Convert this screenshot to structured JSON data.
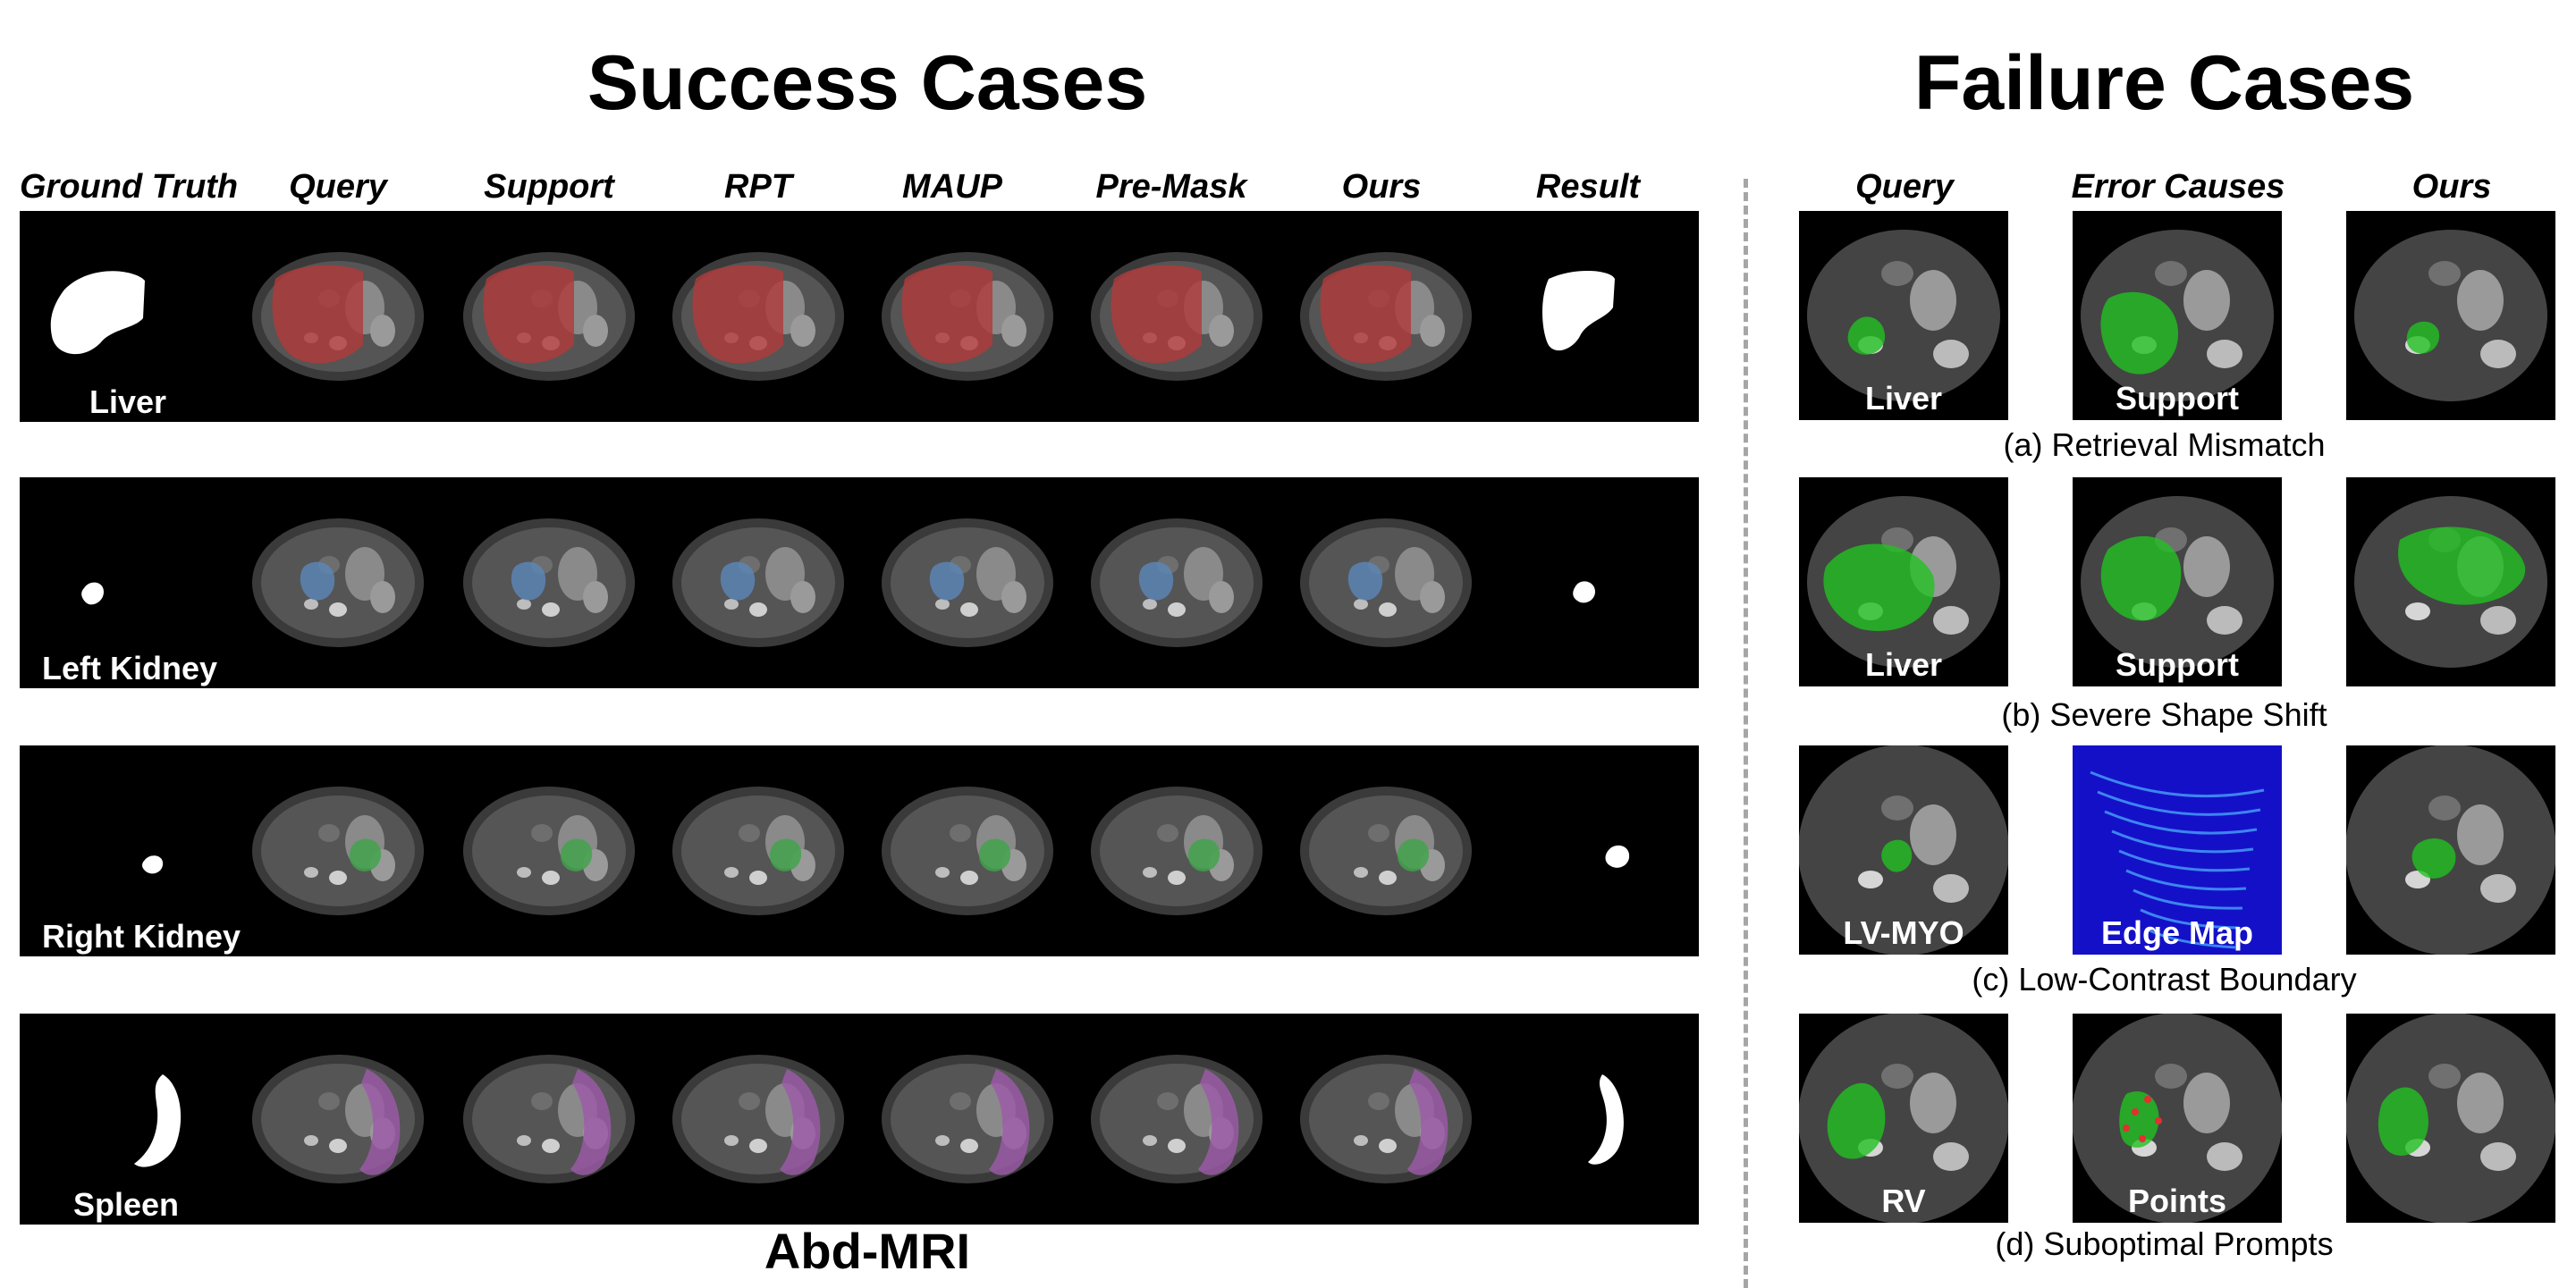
{
  "success_title": "Success Cases",
  "failure_title": "Failure Cases",
  "success_columns": [
    "Ground Truth",
    "Query",
    "Support",
    "RPT",
    "MAUP",
    "Pre-Mask",
    "Ours",
    "Result"
  ],
  "failure_columns": [
    "Query",
    "Error Causes",
    "Ours"
  ],
  "rows": [
    {
      "label": "Liver",
      "color": "#b03a3a"
    },
    {
      "label": "Left Kidney",
      "color": "#5b86b8"
    },
    {
      "label": "Right Kidney",
      "color": "#3fa34a"
    },
    {
      "label": "Spleen",
      "color": "#9c5aa8"
    }
  ],
  "failure_rows": [
    {
      "labels": [
        "Liver",
        "Support",
        ""
      ],
      "caption": "(a) Retrieval Mismatch"
    },
    {
      "labels": [
        "Liver",
        "Support",
        ""
      ],
      "caption": "(b) Severe Shape Shift"
    },
    {
      "labels": [
        "LV-MYO",
        "Edge Map",
        ""
      ],
      "caption": "(c) Low-Contrast Boundary"
    },
    {
      "labels": [
        "RV",
        "Points",
        ""
      ],
      "caption": "(d) Suboptimal Prompts"
    }
  ],
  "dataset_label": "Abd-MRI",
  "colors": {
    "failure_mask": "#22c022",
    "edge_map_bg": "#1410c8"
  }
}
